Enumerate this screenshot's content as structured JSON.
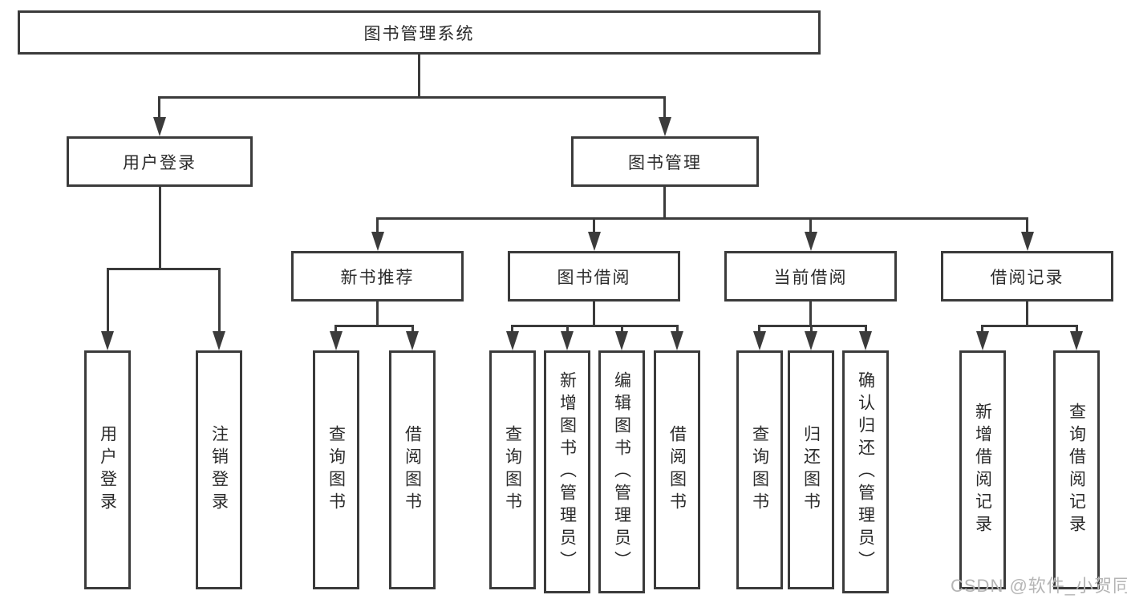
{
  "diagram": {
    "root": {
      "label": "图书管理系统"
    },
    "branches": [
      {
        "label": "用户登录",
        "children": [
          {
            "label": "用户登录"
          },
          {
            "label": "注销登录"
          }
        ]
      },
      {
        "label": "图书管理",
        "children": [
          {
            "label": "新书推荐",
            "children": [
              {
                "label": "查询图书"
              },
              {
                "label": "借阅图书"
              }
            ]
          },
          {
            "label": "图书借阅",
            "children": [
              {
                "label": "查询图书"
              },
              {
                "label": "新增图书（管理员）"
              },
              {
                "label": "编辑图书（管理员）"
              },
              {
                "label": "借阅图书"
              }
            ]
          },
          {
            "label": "当前借阅",
            "children": [
              {
                "label": "查询图书"
              },
              {
                "label": "归还图书"
              },
              {
                "label": "确认归还（管理员）"
              }
            ]
          },
          {
            "label": "借阅记录",
            "children": [
              {
                "label": "新增借阅记录"
              },
              {
                "label": "查询借阅记录"
              }
            ]
          }
        ]
      }
    ]
  },
  "watermark": {
    "text": "CSDN @软件_小贺同学"
  },
  "colors": {
    "line": "#3b3b3b",
    "text": "#2b2b2b",
    "fill": "#ffffff",
    "background": "#ffffff",
    "watermark": "#b5b5b5"
  }
}
